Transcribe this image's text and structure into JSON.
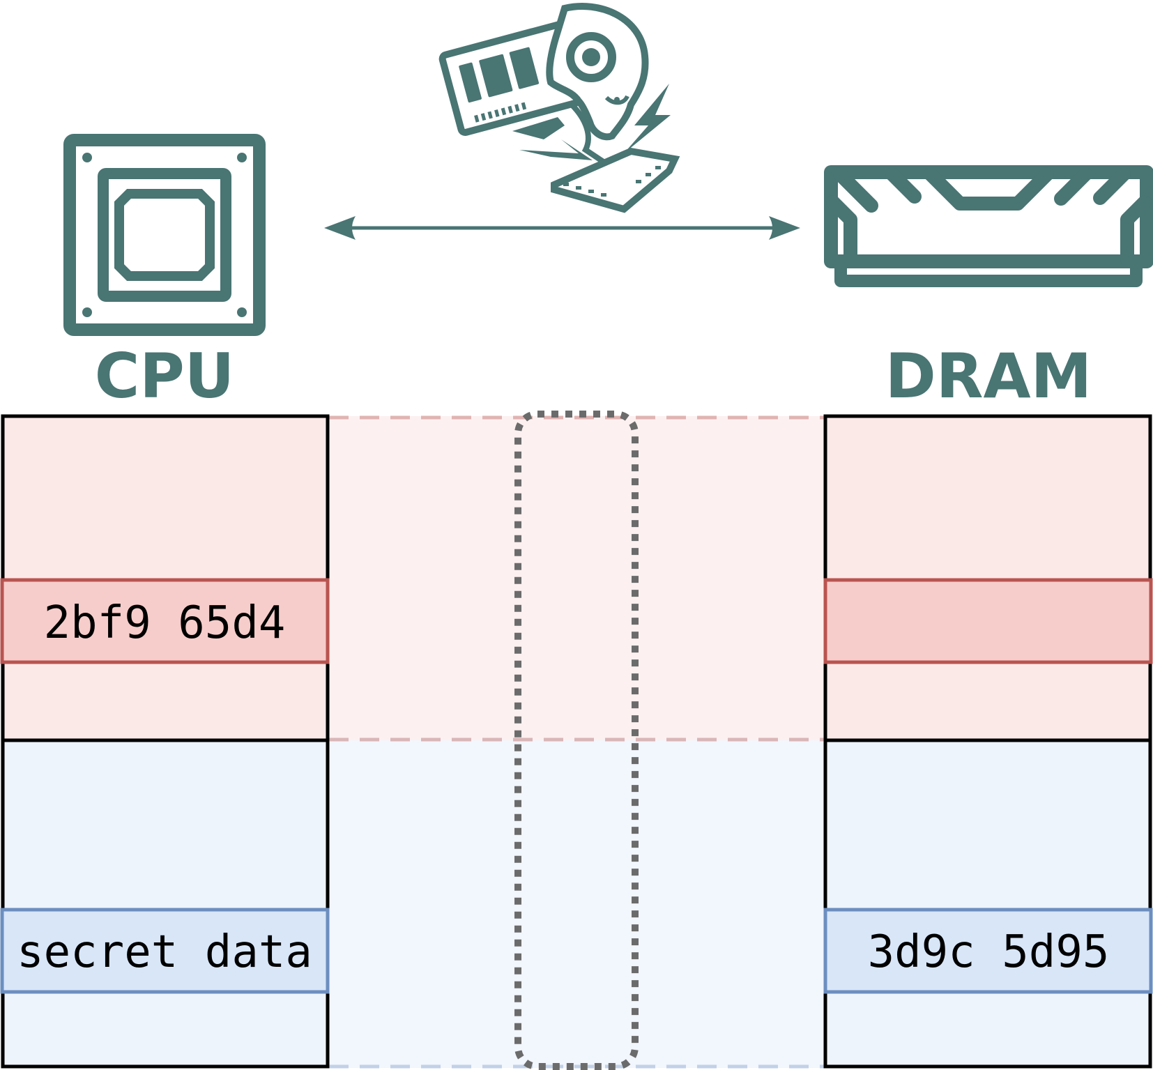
{
  "colors": {
    "icon": "#497573",
    "red_fill": "#fbe9e8",
    "red_band": "#f6cdcb",
    "red_stroke": "#b85450",
    "blue_fill": "#eef4fc",
    "blue_band": "#d8e6f8",
    "blue_stroke": "#6c8ebf",
    "dotted": "#6b6b6b"
  },
  "icons": {
    "cpu": "cpu-chip-icon",
    "dram": "ram-module-icon",
    "attacker": "ram-mascot-hammer-icon",
    "link": "double-arrow-icon"
  },
  "labels": {
    "cpu": "CPU",
    "dram": "DRAM"
  },
  "cpu_memory": {
    "red_value": "2bf9 65d4",
    "blue_value": "secret data"
  },
  "dram_memory": {
    "red_value": "",
    "blue_value": "3d9c 5d95"
  }
}
